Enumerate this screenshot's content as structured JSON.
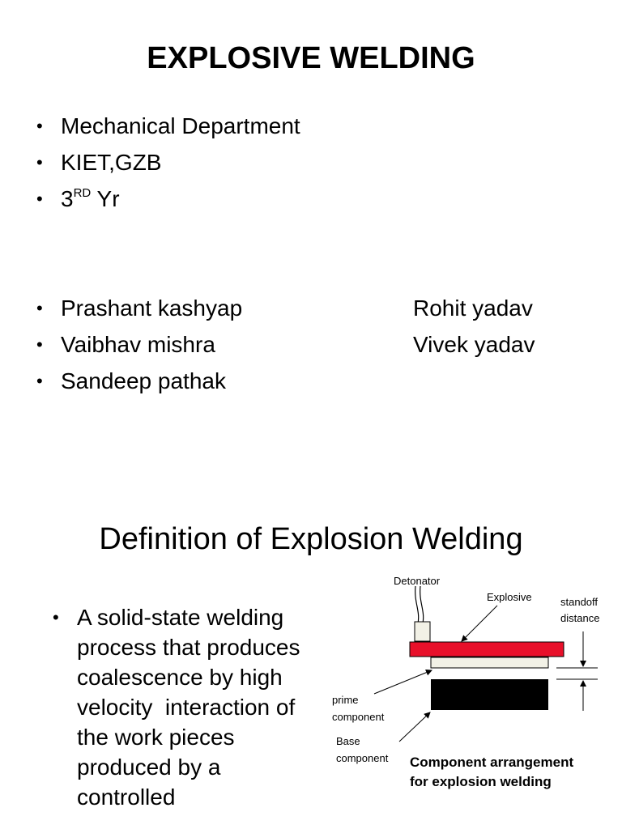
{
  "slide1": {
    "title": "EXPLOSIVE WELDING",
    "info": [
      "Mechanical Department",
      "KIET,GZB"
    ],
    "year": {
      "num": "3",
      "sup": "RD",
      "suffix": " Yr"
    },
    "team_left": [
      "Prashant kashyap",
      "Vaibhav mishra",
      "Sandeep pathak"
    ],
    "team_right": [
      "Rohit yadav",
      "Vivek yadav"
    ]
  },
  "slide2": {
    "title": "Definition of Explosion Welding",
    "bullet": "A solid-state welding process that produces coalescence by high velocity  interaction of    the work pieces produced by a controlled",
    "diagram": {
      "labels": {
        "detonator": "Detonator",
        "explosive": "Explosive",
        "standoff_line1": "standoff",
        "standoff_line2": "distance",
        "prime_line1": "prime",
        "prime_line2": "component",
        "base_line1": "Base",
        "base_line2": "component"
      },
      "caption_line1": "Component arrangement",
      "caption_line2": "for explosion welding",
      "colors": {
        "explosive": "#e8102a",
        "prime": "#f2f1e6",
        "base": "#000000"
      }
    }
  }
}
